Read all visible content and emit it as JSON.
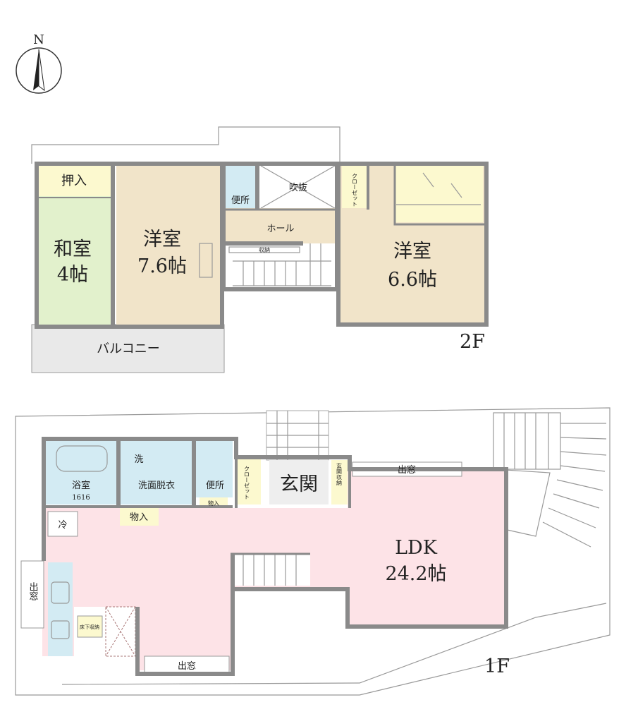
{
  "compass": {
    "label": "N"
  },
  "floor2": {
    "label": "2F",
    "rooms": {
      "washitsu": {
        "name": "和室",
        "size": "4帖"
      },
      "oshiire": "押入",
      "youshitsu1": {
        "name": "洋室",
        "size": "7.6帖"
      },
      "toilet": "便所",
      "fukinuke": "吹抜",
      "hall": "ホール",
      "storage": "収納",
      "closet": "クローゼット",
      "youshitsu2": {
        "name": "洋室",
        "size": "6.6帖"
      },
      "balcony": "バルコニー"
    }
  },
  "floor1": {
    "label": "1F",
    "rooms": {
      "bath": {
        "name": "浴室",
        "size": "1616"
      },
      "washroom": "洗面脱衣",
      "washer": "洗",
      "toilet": "便所",
      "closet": "クローゼット",
      "genkan": "玄関",
      "genkan_storage": "玄関収納",
      "bay_window_top": "出窓",
      "bay_window_left": "出窓",
      "bay_window_bottom": "出窓",
      "fridge": "冷",
      "storage1": "物入",
      "storage2": "物入",
      "underfloor": "床下収納",
      "ldk": {
        "name": "LDK",
        "size": "24.2帖"
      }
    }
  },
  "colors": {
    "tatami": "#e2f1cc",
    "oshiire": "#fcf9cf",
    "room": "#f1e4c9",
    "ldk": "#fde3e7",
    "wet": "#d3ebf3",
    "wall": "#8a8a8a"
  }
}
